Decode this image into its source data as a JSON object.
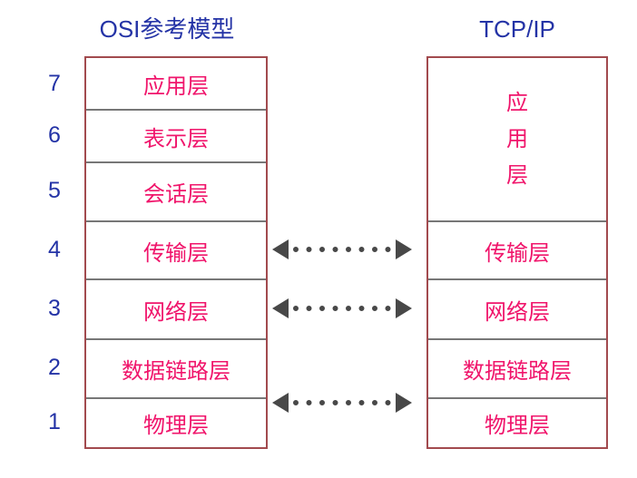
{
  "colors": {
    "background": "#FFFFFF",
    "title_blue": "#2433A6",
    "layer_pink": "#F0156B",
    "box_border": "#A24A4E",
    "divider_gray": "#777777",
    "arrow_gray": "#484848"
  },
  "left_model": {
    "title": "OSI参考模型",
    "layers": [
      {
        "number": "7",
        "label": "应用层"
      },
      {
        "number": "6",
        "label": "表示层"
      },
      {
        "number": "5",
        "label": "会话层"
      },
      {
        "number": "4",
        "label": "传输层"
      },
      {
        "number": "3",
        "label": "网络层"
      },
      {
        "number": "2",
        "label": "数据链路层"
      },
      {
        "number": "1",
        "label": "物理层"
      }
    ]
  },
  "right_model": {
    "title": "TCP/IP",
    "application_layer_vertical": [
      "应",
      "用",
      "层"
    ],
    "layers": [
      "传输层",
      "网络层",
      "数据链路层",
      "物理层"
    ]
  }
}
